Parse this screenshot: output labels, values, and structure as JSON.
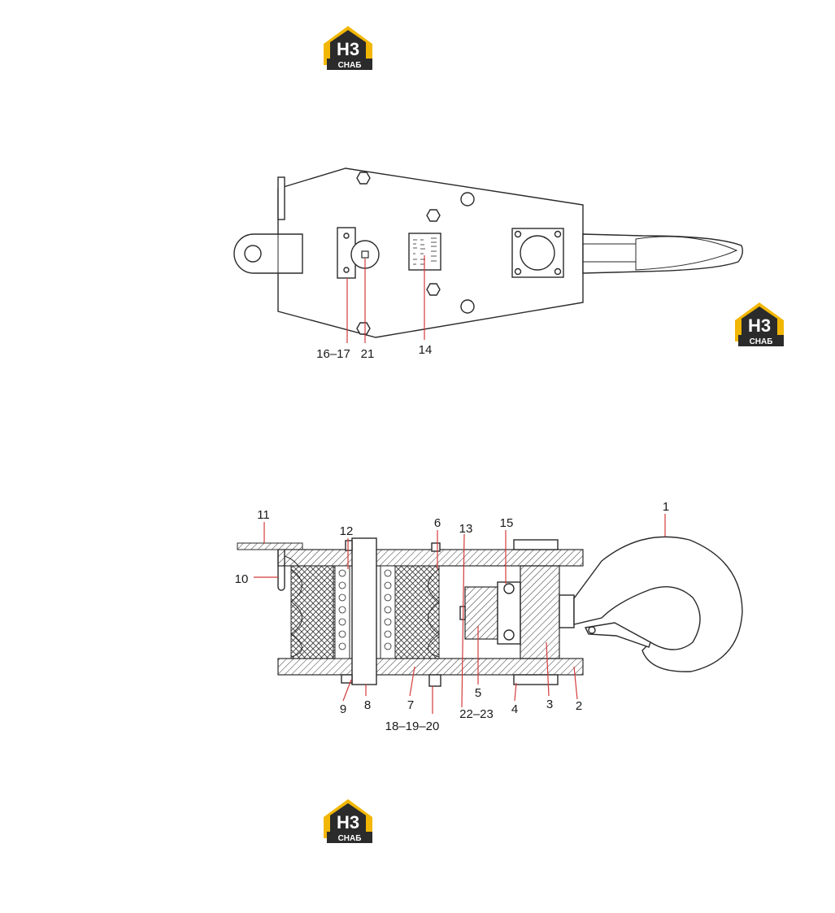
{
  "logo": {
    "letters": "H3",
    "caption": "СНАБ",
    "colors": {
      "roof": "#f2b705",
      "body": "#2b2b2b",
      "text": "#ffffff"
    }
  },
  "top_view": {
    "callouts": [
      "16–17",
      "21",
      "14"
    ]
  },
  "section_view": {
    "callouts": [
      "1",
      "2",
      "3",
      "4",
      "5",
      "6",
      "7",
      "8",
      "9",
      "10",
      "11",
      "12",
      "13",
      "15",
      "18–19–20",
      "22–23"
    ]
  },
  "colors": {
    "leader": "#d43a3a",
    "line": "#2a2a2a"
  }
}
